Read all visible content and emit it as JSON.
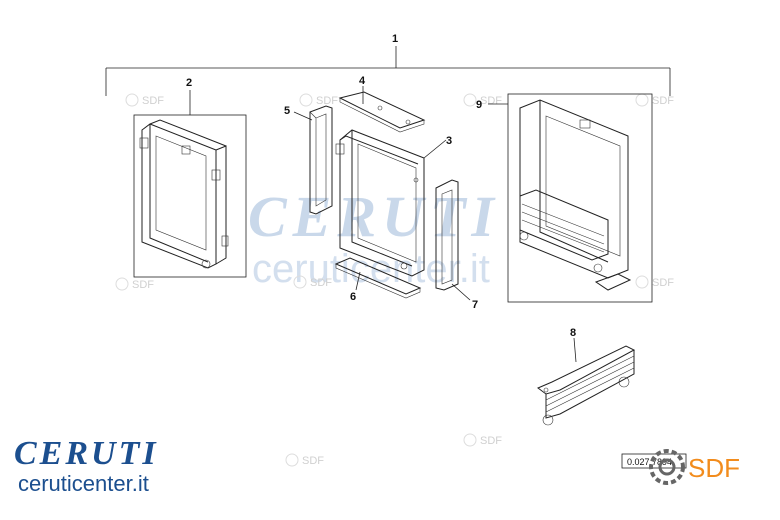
{
  "diagram": {
    "callouts": {
      "c1": "1",
      "c2": "2",
      "c3": "3",
      "c4": "4",
      "c5": "5",
      "c6": "6",
      "c7": "7",
      "c8": "8",
      "c9": "9"
    },
    "drawing_code": "0.027.7894"
  },
  "watermark": {
    "brand": "CERUTI",
    "site": "ceruticenter.it",
    "sdf_text": "SDF"
  },
  "footer": {
    "brand": "CERUTI",
    "site": "ceruticenter.it",
    "sdf_logo": "SDF"
  },
  "colors": {
    "brand_blue": "#1c4f8f",
    "sdf_orange": "#f28c1d",
    "watermark_blue": "#c9d8ea"
  }
}
